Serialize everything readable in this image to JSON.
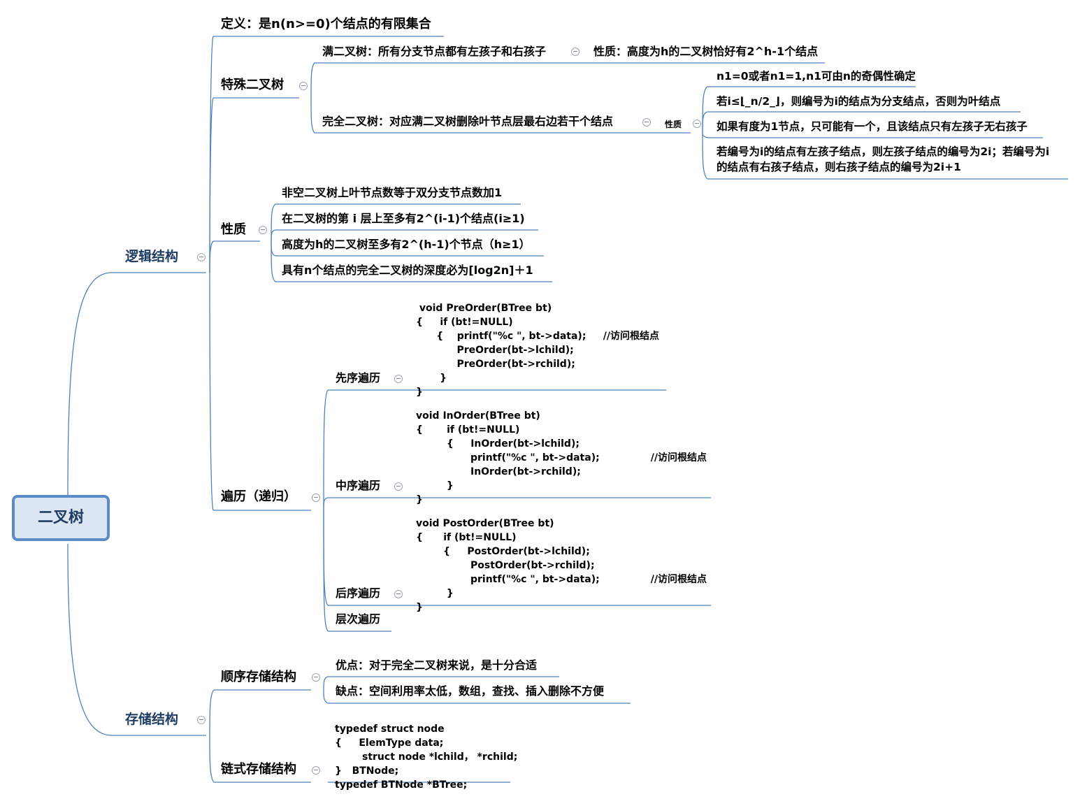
{
  "root": "二叉树",
  "branches": {
    "logic": {
      "label": "逻辑结构",
      "definition": "定义：是n(n>=0)个结点的有限集合",
      "special": {
        "label": "特殊二叉树",
        "full": "满二叉树：所有分支节点都有左孩子和右孩子",
        "full_prop": "性质：高度为h的二叉树恰好有2^h-1个结点",
        "complete": "完全二叉树：对应满二叉树删除叶节点层最右边若干个结点",
        "complete_prop_label": "性质",
        "complete_props": [
          "n1=0或者n1=1,n1可由n的奇偶性确定",
          "若i≤⌊_n/2_⌋，则编号为i的结点为分支结点，否则为叶结点",
          "如果有度为1节点，只可能有一个，且该结点只有左孩子无右孩子",
          "若编号为i的结点有左孩子结点，则左孩子结点的编号为2i；若编号为i",
          "的结点有右孩子结点，则右孩子结点的编号为2i+1"
        ]
      },
      "props": {
        "label": "性质",
        "items": [
          "非空二叉树上叶节点数等于双分支节点数加1",
          "在二叉树的第 i 层上至多有2^(i-1)个结点(i≥1)",
          "高度为h的二叉树至多有2^(h-1)个节点（h≥1）",
          "具有n个结点的完全二叉树的深度必为[log2n]＋1"
        ]
      },
      "traversal": {
        "label": "遍历（递归）",
        "pre": {
          "label": "先序遍历",
          "code": [
            " void PreOrder(BTree bt)",
            "{     if (bt!=NULL)",
            "      {    printf(\"%c \", bt->data);     //访问根结点",
            "            PreOrder(bt->lchild);",
            "            PreOrder(bt->rchild);",
            "       }",
            "}"
          ]
        },
        "in": {
          "label": "中序遍历",
          "code": [
            "void InOrder(BTree bt)",
            "{       if (bt!=NULL)",
            "         {     InOrder(bt->lchild);",
            "                printf(\"%c \", bt->data);               //访问根结点",
            "                InOrder(bt->rchild);",
            "         }",
            "}"
          ]
        },
        "post": {
          "label": "后序遍历",
          "code": [
            "void PostOrder(BTree bt)",
            "{      if (bt!=NULL)",
            "        {     PostOrder(bt->lchild);",
            "                PostOrder(bt->rchild);",
            "                printf(\"%c \", bt->data);               //访问根结点",
            "         }",
            "}"
          ]
        },
        "level": {
          "label": "层次遍历"
        }
      }
    },
    "storage": {
      "label": "存储结构",
      "seq": {
        "label": "顺序存储结构",
        "pros": "优点：对于完全二叉树来说，是十分合适",
        "cons": "缺点：空间利用率太低，数组，查找、插入删除不方便"
      },
      "linked": {
        "label": "链式存储结构",
        "code": [
          "typedef struct node",
          "{     ElemType data;",
          "        struct node *lchild， *rchild;",
          "}   BTNode;",
          "typedef BTNode *BTree;"
        ]
      }
    }
  },
  "colors": {
    "line": "#4f81bd",
    "root_fill": "#dce6f2",
    "root_border": "#5b8cc8",
    "heading": "#1f3d63"
  }
}
